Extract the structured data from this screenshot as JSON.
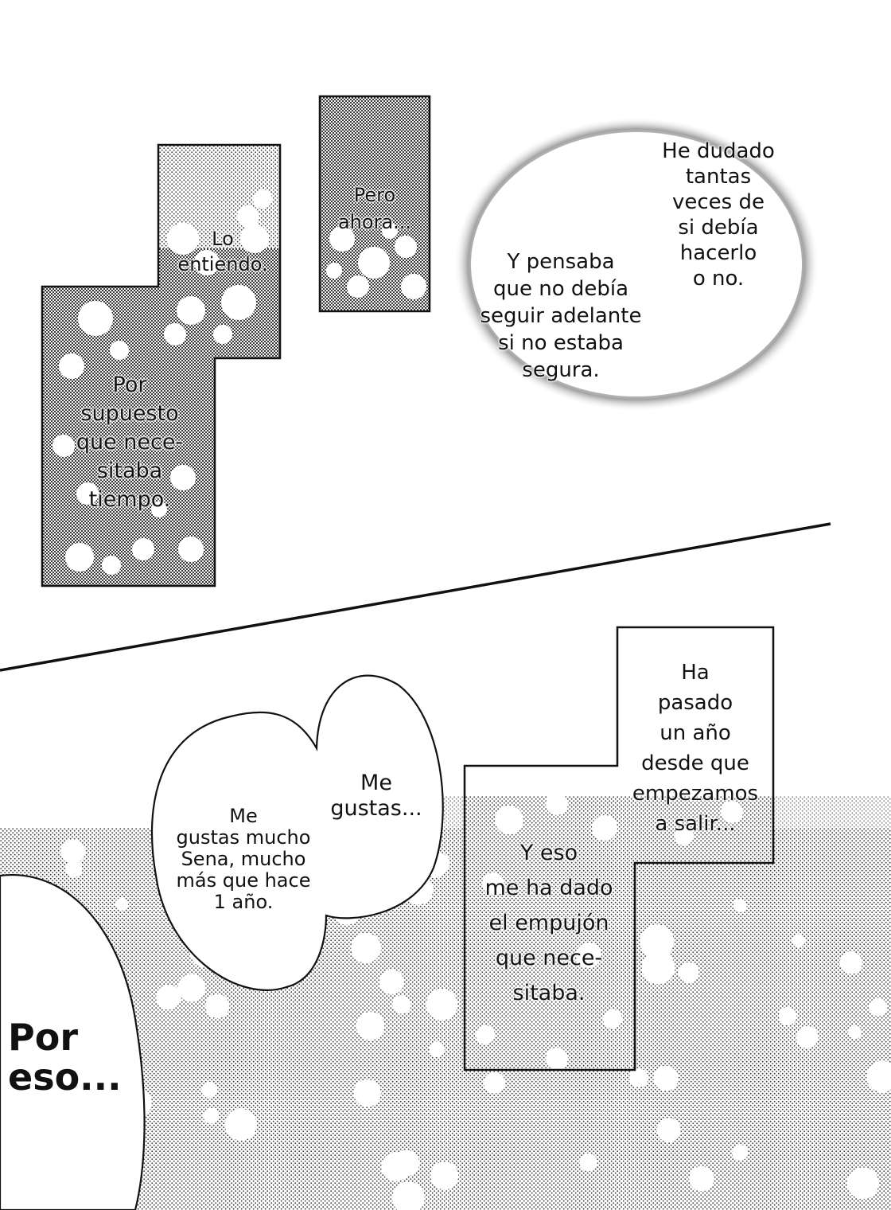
{
  "panel_top": {
    "caption_lo_entiendo": "Lo\nentiendo.",
    "caption_pero_ahora": "Pero\nahora...",
    "caption_por_supuesto": "Por\nsupuesto\nque nece-\nsitaba\ntiempo.",
    "bubble_pensaba": "Y pensaba\nque no debía\nseguir adelante\nsi no estaba\nsegura.",
    "bubble_dudado": "He dudado\ntantas\nveces de\nsi debía\nhacerlo\no no."
  },
  "panel_bottom": {
    "caption_ha_pasado": "Ha\npasado\nun año\ndesde que\nempezamos\na salir...",
    "caption_y_eso": "Y eso\nme ha dado\nel empujón\nque nece-\nsitaba.",
    "bubble_me_gustas": "Me\ngustas...",
    "bubble_me_gustas_mucho": "Me\ngustas mucho\nSena, mucho\nmás que hace\n1 año.",
    "bubble_por_eso": "Por\neso..."
  },
  "colors": {
    "ink": "#111111",
    "paper": "#ffffff",
    "screentone": "#2a2a2a"
  }
}
